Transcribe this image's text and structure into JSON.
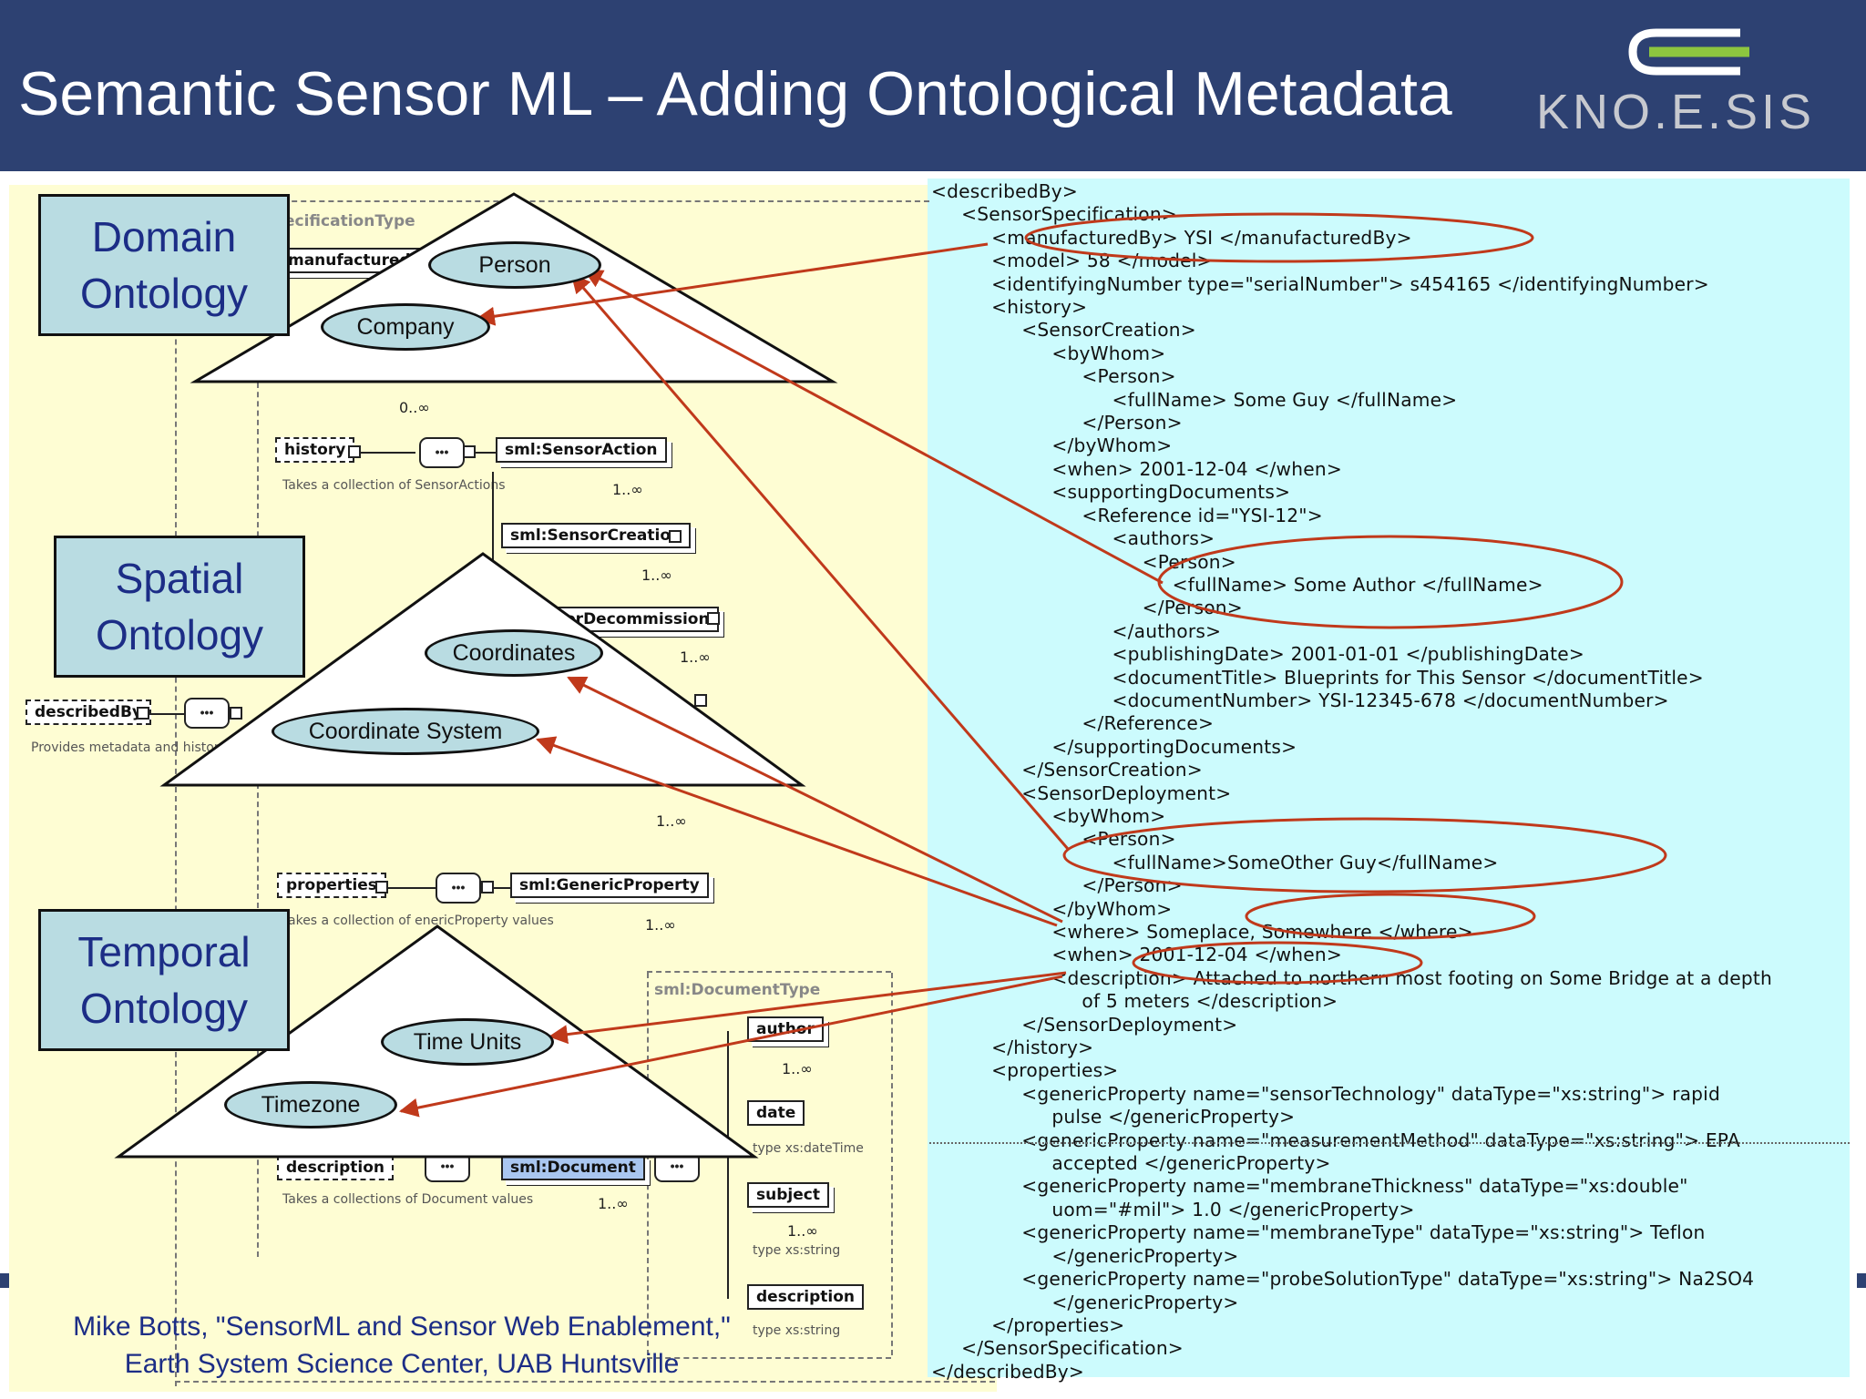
{
  "slide": {
    "title": "Semantic Sensor ML – Adding Ontological Metadata",
    "logo_text": "KNO.E.SIS",
    "colors": {
      "header_bg": "#2d4172",
      "left_panel_bg": "#fefdd3",
      "xml_panel_bg": "#ccfbfd",
      "label_bg": "#b9dce2",
      "label_text": "#1c2d86",
      "arrow": "#c0391b",
      "logo_accent": "#8dc63f"
    }
  },
  "ontologies": {
    "domain": {
      "label": "Domain\nOntology",
      "concepts": [
        "Person",
        "Company"
      ]
    },
    "spatial": {
      "label": "Spatial\nOntology",
      "concepts": [
        "Coordinates",
        "Coordinate System"
      ]
    },
    "temporal": {
      "label": "Temporal\nOntology",
      "concepts": [
        "Time Units",
        "Timezone"
      ]
    }
  },
  "schema": {
    "specification_type": "ecificationType",
    "manufactured": "manufacturedB",
    "history": "history",
    "history_note": "Takes a collection of\nSensorActions",
    "sensor_action": "sml:SensorAction",
    "sensor_creation": "sml:SensorCreation",
    "sensor_decommission": "orDecommission",
    "described_by": "describedBy",
    "described_by_note": "Provides metadata and\nhistory of the sensor",
    "properties": "properties",
    "properties_note": "akes a collection of\nenericProperty values",
    "generic_property": "sml:GenericProperty",
    "description": "description",
    "description_note": "Takes a collections of\nDocument values",
    "document": "sml:Document",
    "document_type": "sml:DocumentType",
    "author": "author",
    "date": "date",
    "date_type": "type xs:dateTime",
    "subject": "subject",
    "subject_type": "type xs:string",
    "doc_description": "description",
    "doc_description_type": "type xs:string",
    "mult_0n": "0..∞",
    "mult_1n": "1..∞",
    "seq_glyph": "•••"
  },
  "xml_lines": [
    "<describedBy>",
    "     <SensorSpecification>",
    "          <manufacturedBy> YSI </manufacturedBy>",
    "          <model> 58 </model>",
    "          <identifyingNumber type=\"serialNumber\"> s454165 </identifyingNumber>",
    "          <history>",
    "               <SensorCreation>",
    "                    <byWhom>",
    "                         <Person>",
    "                              <fullName> Some Guy </fullName>",
    "                         </Person>",
    "                    </byWhom>",
    "                    <when> 2001-12-04 </when>",
    "                    <supportingDocuments>",
    "                         <Reference id=\"YSI-12\">",
    "                              <authors>",
    "                                   <Person>",
    "                                        <fullName> Some Author </fullName>",
    "                                   </Person>",
    "                              </authors>",
    "                              <publishingDate> 2001-01-01 </publishingDate>",
    "                              <documentTitle> Blueprints for This Sensor </documentTitle>",
    "                              <documentNumber> YSI-12345-678 </documentNumber>",
    "                         </Reference>",
    "                    </supportingDocuments>",
    "               </SensorCreation>",
    "               <SensorDeployment>",
    "                    <byWhom>",
    "                         <Person>",
    "                              <fullName>SomeOther Guy</fullName>",
    "                         </Person>",
    "                    </byWhom>",
    "                    <where> Someplace, Somewhere </where>",
    "                    <when> 2001-12-04 </when>",
    "                    <description> Attached to northern most footing on Some Bridge at a depth",
    "                         of 5 meters </description>",
    "               </SensorDeployment>",
    "          </history>",
    "          <properties>",
    "               <genericProperty name=\"sensorTechnology\" dataType=\"xs:string\"> rapid",
    "                    pulse </genericProperty>",
    "               <genericProperty name=\"measurementMethod\" dataType=\"xs:string\"> EPA",
    "                    accepted </genericProperty>",
    "               <genericProperty name=\"membraneThickness\" dataType=\"xs:double\"",
    "                    uom=\"#mil\"> 1.0 </genericProperty>",
    "               <genericProperty name=\"membraneType\" dataType=\"xs:string\"> Teflon",
    "                    </genericProperty>",
    "               <genericProperty name=\"probeSolutionType\" dataType=\"xs:string\"> Na2SO4",
    "                    </genericProperty>",
    "          </properties>",
    "     </SensorSpecification>",
    "</describedBy>"
  ],
  "citation": "Mike Botts, \"SensorML and Sensor Web Enablement,\"\nEarth System Science Center, UAB Huntsville"
}
